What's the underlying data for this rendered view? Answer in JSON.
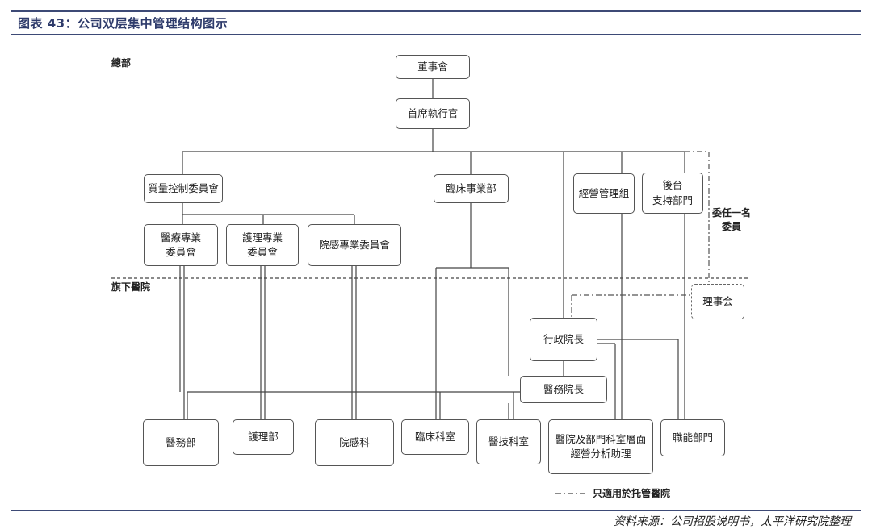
{
  "header": {
    "title": "图表 43：公司双层集中管理结构图示"
  },
  "sections": {
    "headquarters": "總部",
    "hospitals": "旗下醫院"
  },
  "nodes": {
    "board": "董事會",
    "ceo": "首席執行官",
    "quality_committee": "質量控制委員會",
    "clinical_dept": "臨床事業部",
    "management_team": "經營管理組",
    "backoffice": "後台\n支持部門",
    "medical_committee": "醫療專業\n委員會",
    "nursing_committee": "護理專業\n委員會",
    "infection_committee": "院感專業委員會",
    "hospital_board": "理事会",
    "admin_president": "行政院長",
    "medical_president": "醫務院長",
    "medical_affairs": "醫務部",
    "nursing_dept": "護理部",
    "infection_dept": "院感科",
    "clinical_rooms": "臨床科室",
    "medtech_rooms": "醫技科室",
    "hospital_assistant": "醫院及部門科室層面\n經營分析助理",
    "functional_dept": "職能部門"
  },
  "annotation": {
    "appoint_member": "委任一名\n委員"
  },
  "legend": {
    "label": "只適用於托管醫院"
  },
  "footer": {
    "source": "资料来源：公司招股说明书，太平洋研究院整理"
  }
}
